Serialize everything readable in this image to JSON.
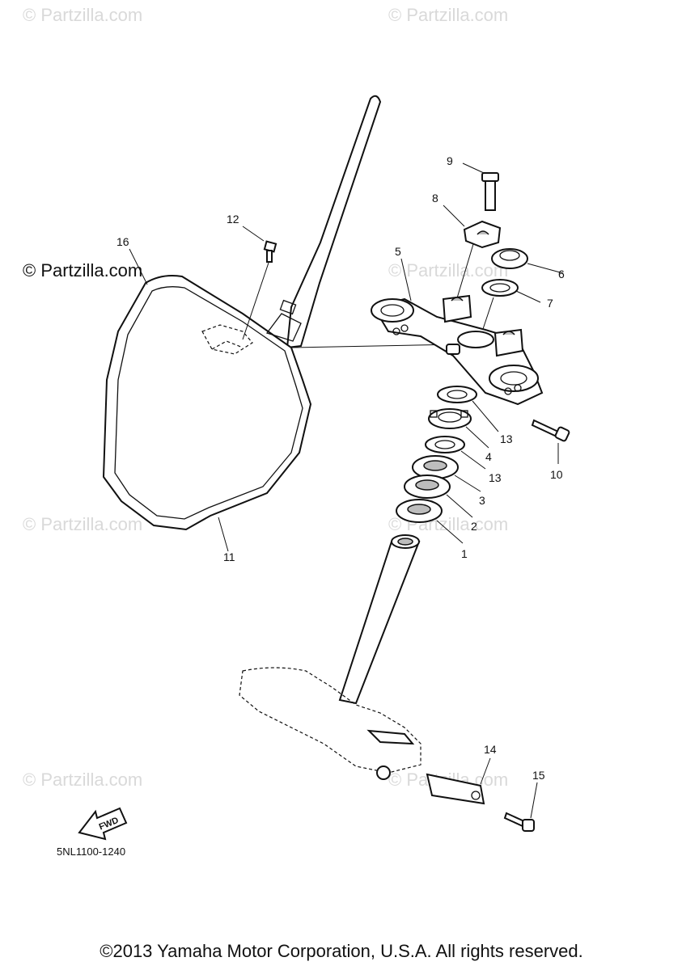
{
  "watermarks": {
    "top_left": "© Partzilla.com",
    "top_right": "© Partzilla.com",
    "mid_left_dark": "© Partzilla.com",
    "mid_center": "© Partzilla.com",
    "lower_left": "© Partzilla.com",
    "lower_right": "© Partzilla.com",
    "bottom_left": "© Partzilla.com",
    "bottom_right": "© Partzilla.com"
  },
  "callouts": [
    "1",
    "2",
    "3",
    "4",
    "5",
    "6",
    "7",
    "8",
    "9",
    "10",
    "11",
    "12",
    "13",
    "13",
    "14",
    "15",
    "16"
  ],
  "fwd_label": "FWD",
  "diagram_code": "5NL1100-1240",
  "copyright": "©2013 Yamaha Motor Corporation, U.S.A. All rights reserved."
}
